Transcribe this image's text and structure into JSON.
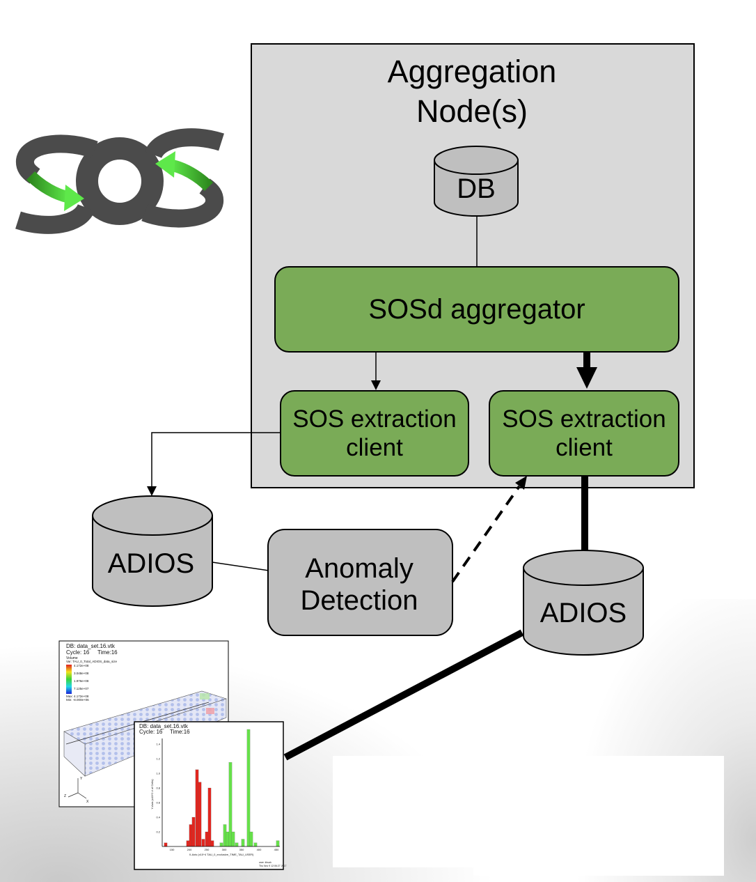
{
  "aggregation_node": {
    "title_line1": "Aggregation",
    "title_line2": "Node(s)",
    "db_label": "DB",
    "aggregator_label": "SOSd aggregator",
    "extraction_clients": [
      {
        "line1": "SOS extraction",
        "line2": "client"
      },
      {
        "line1": "SOS extraction",
        "line2": "client"
      }
    ]
  },
  "adios_left": {
    "label": "ADIOS"
  },
  "adios_right": {
    "label": "ADIOS"
  },
  "anomaly_detection": {
    "line1": "Anomaly",
    "line2": "Detection"
  },
  "logo": {
    "text": "SOS"
  },
  "colors": {
    "node_box": "#d9d9d9",
    "cylinder": "#bfbfbf",
    "component_green": "#7aab57",
    "logo_gray": "#4b4b4b",
    "logo_arrow_green": "#4fd83c"
  },
  "thumbnails": {
    "volume": {
      "db": "DB: data_set.16.vtk",
      "cycle": "Cycle: 16",
      "time": "Time:16",
      "plot_type": "Volume",
      "variable": "Var: TAU_0_Total_ADIOS_data_size",
      "colorbar_labels": [
        "4.172e+08",
        "3.048e+08",
        "1.976e+08",
        "7.125e+07"
      ],
      "max": "Max: 4.172e+08",
      "min": "Min: -8.000e+06",
      "axis_x": "X",
      "axis_y": "Y",
      "axis_z": "Z"
    },
    "histogram": {
      "db": "DB: data_set.16.vtk",
      "cycle": "Cycle: 16",
      "time": "Time:16",
      "xlabel": "X-Axis (x10^4 TAU_0_exclusive_TIME_TAU_USER)",
      "ylabel": "Y-Axis (x10^2 # of Cells)",
      "x_ticks": [
        "150",
        "200",
        "250",
        "300",
        "350",
        "400",
        "450"
      ],
      "y_ticks": [
        "0.2",
        "0.4",
        "0.6",
        "0.8",
        "1.0",
        "1.2",
        "1.4"
      ],
      "user": "user: khuck",
      "date": "Thu Nov 9 12:06:27 2017",
      "bars": [
        {
          "x": 132,
          "value": 0.05,
          "color": "#e0261f"
        },
        {
          "x": 196,
          "value": 0.08,
          "color": "#e0261f"
        },
        {
          "x": 204,
          "value": 0.3,
          "color": "#e0261f"
        },
        {
          "x": 212,
          "value": 0.4,
          "color": "#e0261f"
        },
        {
          "x": 222,
          "value": 1.05,
          "color": "#e0261f"
        },
        {
          "x": 230,
          "value": 0.88,
          "color": "#e0261f"
        },
        {
          "x": 240,
          "value": 0.1,
          "color": "#e0261f"
        },
        {
          "x": 250,
          "value": 0.2,
          "color": "#e0261f"
        },
        {
          "x": 258,
          "value": 0.8,
          "color": "#e0261f"
        },
        {
          "x": 266,
          "value": 0.08,
          "color": "#e0261f"
        },
        {
          "x": 292,
          "value": 0.05,
          "color": "#66e04a"
        },
        {
          "x": 302,
          "value": 0.3,
          "color": "#66e04a"
        },
        {
          "x": 310,
          "value": 0.2,
          "color": "#66e04a"
        },
        {
          "x": 318,
          "value": 1.15,
          "color": "#66e04a"
        },
        {
          "x": 326,
          "value": 0.2,
          "color": "#66e04a"
        },
        {
          "x": 336,
          "value": 0.05,
          "color": "#66e04a"
        },
        {
          "x": 354,
          "value": 0.1,
          "color": "#66e04a"
        },
        {
          "x": 370,
          "value": 1.6,
          "color": "#66e04a"
        },
        {
          "x": 378,
          "value": 0.2,
          "color": "#66e04a"
        },
        {
          "x": 390,
          "value": 0.05,
          "color": "#66e04a"
        },
        {
          "x": 454,
          "value": 0.08,
          "color": "#66e04a"
        }
      ]
    }
  }
}
